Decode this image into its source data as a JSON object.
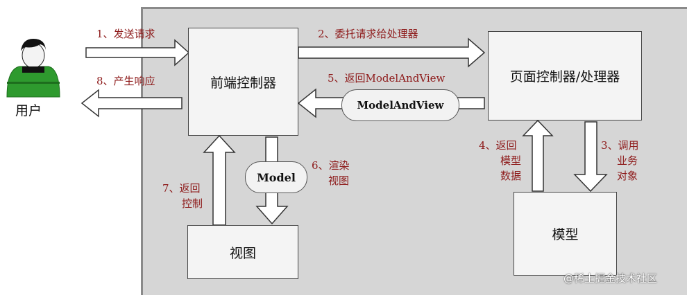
{
  "nodes": {
    "user": "用户",
    "front_controller": "前端控制器",
    "page_controller": "页面控制器/处理器",
    "view": "视图",
    "model": "模型"
  },
  "pills": {
    "model_and_view": "ModelAndView",
    "model": "Model"
  },
  "steps": {
    "s1": "1、发送请求",
    "s2": "2、委托请求给处理器",
    "s3_line1": "3、调用",
    "s3_line2": "业务",
    "s3_line3": "对象",
    "s4_line1": "4、返回",
    "s4_line2": "模型",
    "s4_line3": "数据",
    "s5": "5、返回ModelAndView",
    "s6_line1": "6、渲染",
    "s6_line2": "视图",
    "s7_line1": "7、返回",
    "s7_line2": "控制",
    "s8": "8、产生响应"
  },
  "watermark": "@稀土掘金技术社区",
  "colors": {
    "label": "#8e1b1b",
    "user_body": "#2e9a2e"
  },
  "icons": [
    "user-icon"
  ]
}
